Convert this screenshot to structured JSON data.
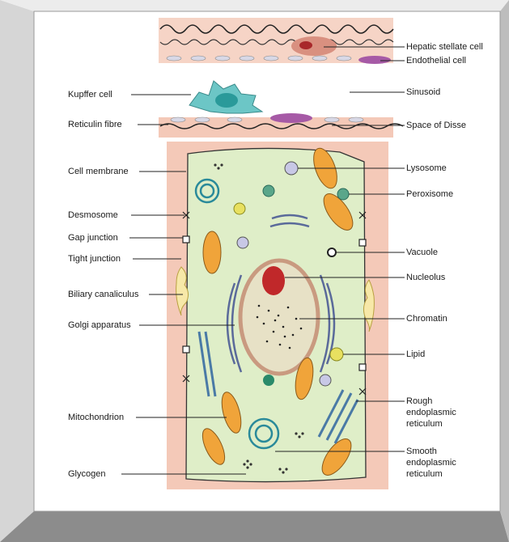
{
  "labels_left": [
    {
      "id": "kupffer",
      "text": "Kupffer cell"
    },
    {
      "id": "reticulin",
      "text": "Reticulin fibre"
    },
    {
      "id": "membrane",
      "text": "Cell membrane"
    },
    {
      "id": "desmosome",
      "text": "Desmosome"
    },
    {
      "id": "gap",
      "text": "Gap junction"
    },
    {
      "id": "tight",
      "text": "Tight junction"
    },
    {
      "id": "biliary",
      "text": "Biliary canaliculus"
    },
    {
      "id": "golgi",
      "text": "Golgi apparatus"
    },
    {
      "id": "mito",
      "text": "Mitochondrion"
    },
    {
      "id": "glycogen",
      "text": "Glycogen"
    }
  ],
  "labels_right": [
    {
      "id": "stellate",
      "text": "Hepatic stellate cell"
    },
    {
      "id": "endothelial",
      "text": "Endothelial cell"
    },
    {
      "id": "sinusoid",
      "text": "Sinusoid"
    },
    {
      "id": "disse",
      "text": "Space of Disse"
    },
    {
      "id": "lysosome",
      "text": "Lysosome"
    },
    {
      "id": "peroxisome",
      "text": "Peroxisome"
    },
    {
      "id": "vacuole",
      "text": "Vacuole"
    },
    {
      "id": "nucleolus",
      "text": "Nucleolus"
    },
    {
      "id": "chromatin",
      "text": "Chromatin"
    },
    {
      "id": "lipid",
      "text": "Lipid"
    },
    {
      "id": "rer1",
      "text": "Rough"
    },
    {
      "id": "rer2",
      "text": "endoplasmic"
    },
    {
      "id": "rer3",
      "text": "reticulum"
    },
    {
      "id": "ser1",
      "text": "Smooth"
    },
    {
      "id": "ser2",
      "text": "endoplasmic"
    },
    {
      "id": "ser3",
      "text": "reticulum"
    }
  ],
  "colors": {
    "frame_bevel_light": "#cfcfcf",
    "frame_bevel_dark": "#8a8a8a",
    "cytoplasm": "#dfeec8",
    "membrane_pink": "#f4c9b8",
    "mitochondrion": "#f0a43a",
    "nucleus": "#e7e1c6",
    "nucleolus": "#c0282a",
    "golgi": "#5a6a9a",
    "kupffer": "#6cc6c6",
    "endothelial": "#a65aa6",
    "ser": "#3aa6a6"
  }
}
